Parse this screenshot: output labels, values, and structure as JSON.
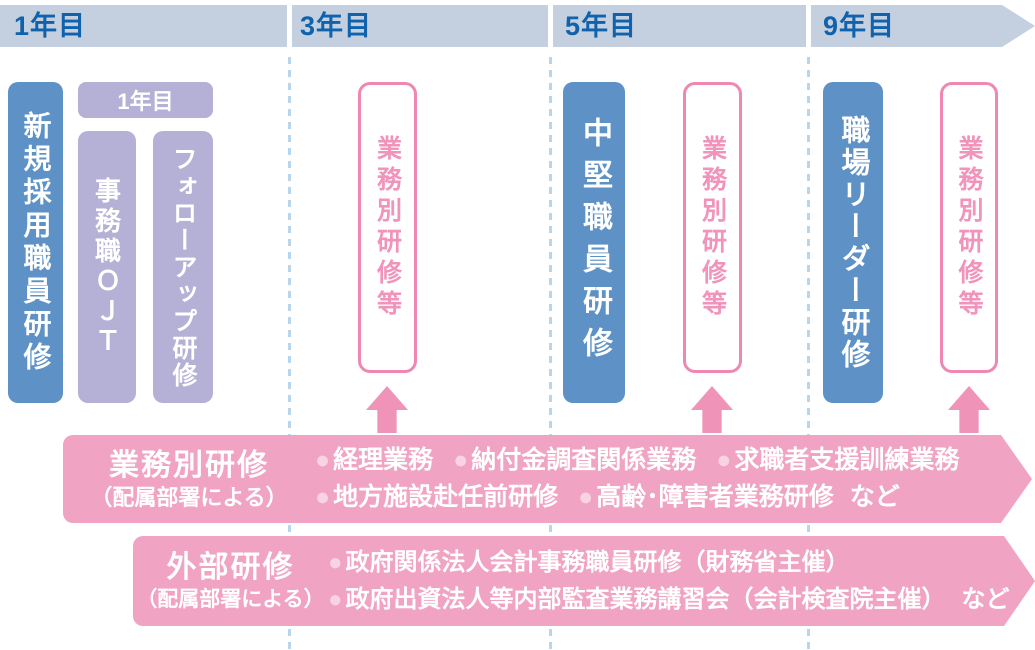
{
  "timeline": [
    {
      "period": "1年目"
    },
    {
      "period": "3年目"
    },
    {
      "period": "5年目"
    },
    {
      "period": "9年目"
    }
  ],
  "year1": {
    "new_staff_training": "新規採用職員研修",
    "ojt_group_label": "1年目",
    "ojt_training": "事務職ＯＪＴ",
    "followup_training": "フォローアップ研修"
  },
  "year3": {
    "task_specific_training": "業務別研修等"
  },
  "year5": {
    "mid_level_training": "中堅職員研修",
    "task_specific_training": "業務別研修等"
  },
  "year9": {
    "leader_training": "職場リーダー研修",
    "task_specific_training": "業務別研修等"
  },
  "task_training_bar": {
    "title": "業務別研修",
    "subtitle": "（配属部署による）",
    "line1_items": [
      "経理業務",
      "納付金調査関係業務",
      "求職者支援訓練業務"
    ],
    "line2_items": [
      "地方施設赴任前研修",
      "高齢･障害者業務研修"
    ],
    "line2_suffix": "など"
  },
  "external_training_bar": {
    "title": "外部研修",
    "subtitle": "（配属部署による）",
    "line1_items": [
      "政府関係法人会計事務職員研修（財務省主催）"
    ],
    "line2_items": [
      "政府出資法人等内部監査業務講習会（会計検査院主催）"
    ],
    "line2_suffix": "など"
  },
  "colors": {
    "header_bg": "#c4cfdf",
    "header_text": "#0f62ab",
    "main_box_blue": "#5e92c6",
    "sub_box_purple": "#b5b0d5",
    "bar_pink": "#f0a3c2",
    "outline_box_border_pink": "#ef87b2",
    "arrow_pink": "#ef93b8",
    "dashed_divider_blue": "#b7d5ec"
  }
}
